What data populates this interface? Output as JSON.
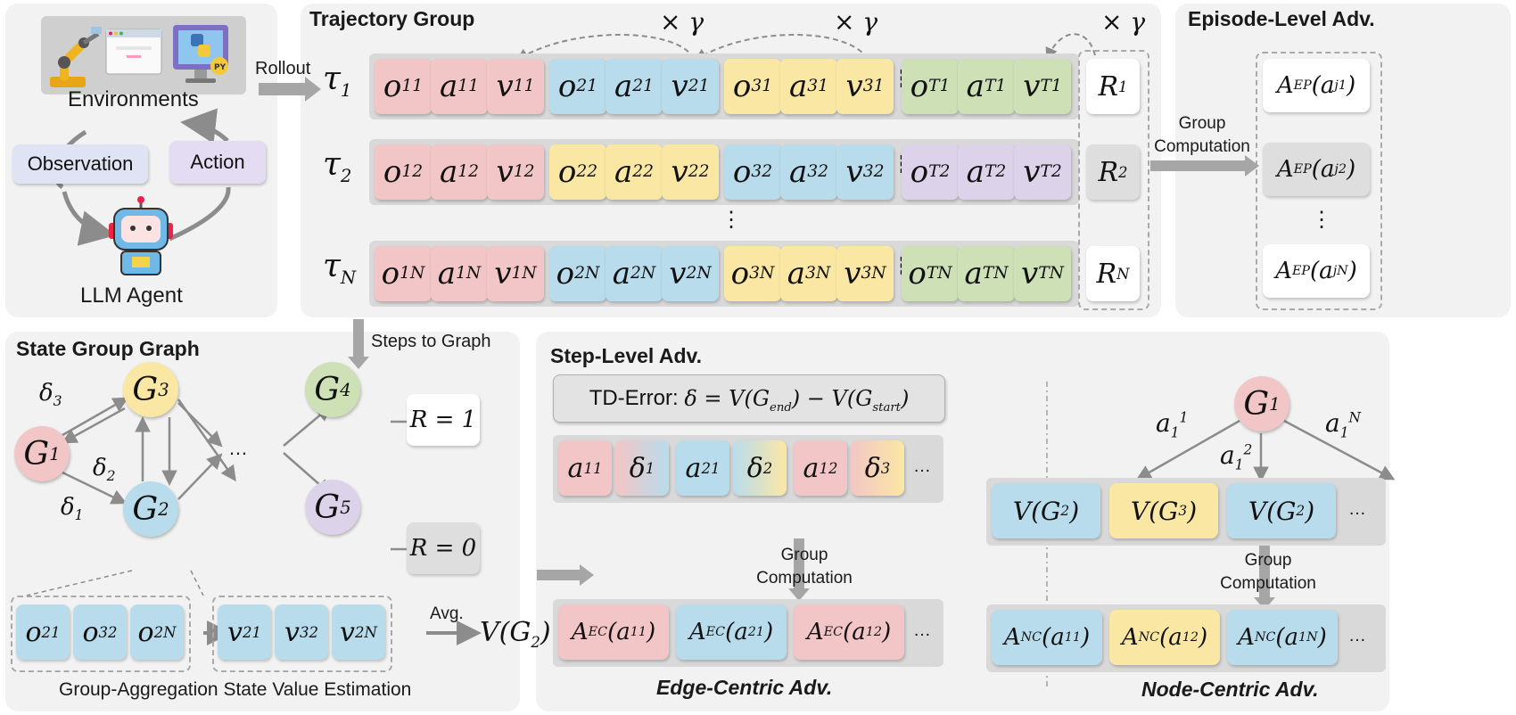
{
  "panels": {
    "env_title": "Environments",
    "observation": "Observation",
    "action": "Action",
    "agent": "LLM Agent",
    "rollout": "Rollout",
    "trajectory_title": "Trajectory Group",
    "episode_title": "Episode-Level Adv.",
    "group_computation": "Group Computation",
    "state_graph_title": "State Group Graph",
    "steps_to_graph": "Steps to Graph",
    "group_agg": "Group-Aggregation State Value Estimation",
    "avg": "Avg.",
    "step_title": "Step-Level Adv.",
    "td_error": "TD-Error: δ = V(G_end) − V(G_start)",
    "edge_centric": "Edge-Centric Adv.",
    "node_centric": "Node-Centric Adv.",
    "gamma": "× γ",
    "ellipsis": "…",
    "vdots": "⋮"
  },
  "trajectories": [
    {
      "label": "τ1",
      "reward": "R1",
      "colors": [
        "pink",
        "blue",
        "yellow",
        "green"
      ]
    },
    {
      "label": "τ2",
      "reward": "R2",
      "colors": [
        "pink",
        "yellow",
        "blue",
        "purple"
      ]
    },
    {
      "label": "τN",
      "reward": "RN",
      "colors": [
        "pink",
        "blue",
        "yellow",
        "green"
      ]
    }
  ],
  "episode_adv": [
    "A^EP(a_j^1)",
    "A^EP(a_j^2)",
    "A^EP(a_j^N)"
  ],
  "graph": {
    "nodes": [
      "G1",
      "G2",
      "G3",
      "G4",
      "G5"
    ],
    "edges": [
      "δ1",
      "δ2",
      "δ3"
    ],
    "rewards": [
      "R = 1",
      "R = 0"
    ]
  },
  "edge_row1": [
    "a_1^1",
    "δ_1",
    "a_2^1",
    "δ_2",
    "a_1^2",
    "δ_3"
  ],
  "edge_row2": [
    "A^EC(a_1^1)",
    "A^EC(a_2^1)",
    "A^EC(a_1^2)"
  ],
  "node_tree": {
    "root": "G1",
    "actions": [
      "a_1^1",
      "a_1^2",
      "a_1^N"
    ],
    "values": [
      "V(G2)",
      "V(G3)",
      "V(G2)"
    ],
    "advantages": [
      "A^NC(a_1^1)",
      "A^NC(a_1^2)",
      "A^NC(a_1^N)"
    ]
  },
  "state_tokens": {
    "obs": [
      "o_2^1",
      "o_3^2",
      "o_2^N"
    ],
    "vals": [
      "v_2^1",
      "v_3^2",
      "v_2^N"
    ],
    "result": "V(G2)"
  },
  "colors": {
    "pink": "#f2c6c6",
    "blue": "#b9dcec",
    "yellow": "#fbe7a4",
    "green": "#cde0b6",
    "purple": "#dcd3ea",
    "panel": "#f2f2f2",
    "arrow": "#8c8c8c"
  }
}
